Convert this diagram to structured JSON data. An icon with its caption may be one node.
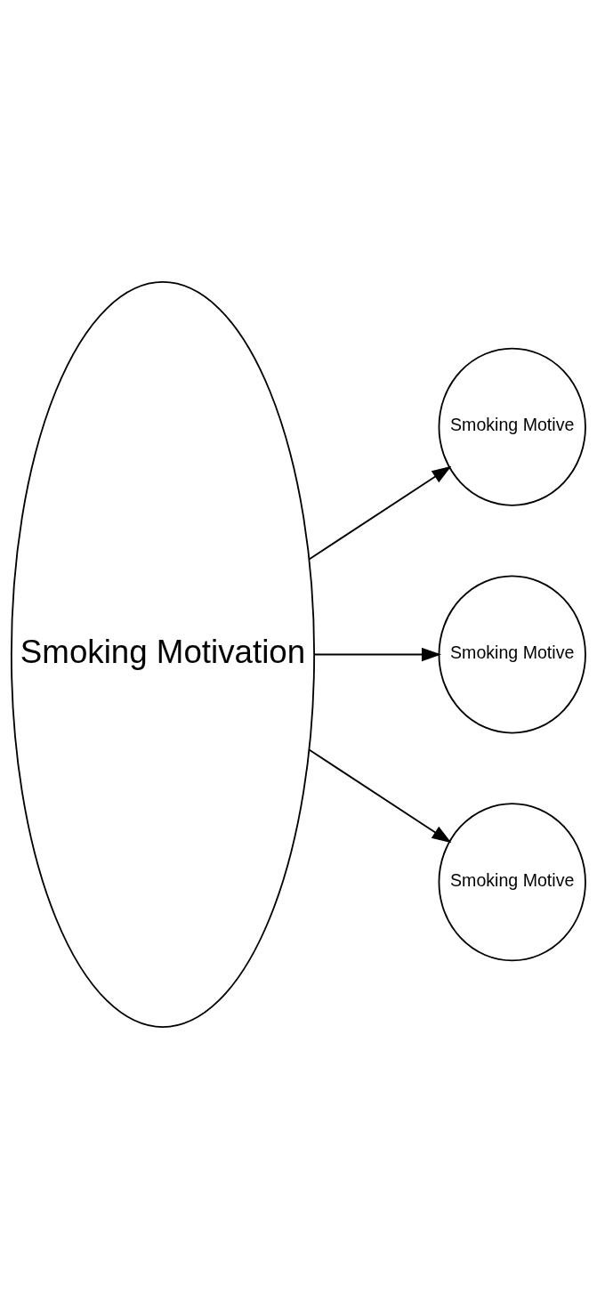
{
  "diagram": {
    "nodes": [
      {
        "text": [
          "Smoking Motivation"
        ]
      },
      {
        "text": [
          "Smoking Motive"
        ]
      },
      {
        "text": [
          "Smoking Motive"
        ]
      },
      {
        "text": [
          "Smoking Motive"
        ]
      }
    ],
    "edges": [
      {
        "from": 0,
        "to": 1,
        "arrow": "to"
      },
      {
        "from": 0,
        "to": 2,
        "arrow": "to"
      },
      {
        "from": 0,
        "to": 3,
        "arrow": "to"
      }
    ]
  }
}
